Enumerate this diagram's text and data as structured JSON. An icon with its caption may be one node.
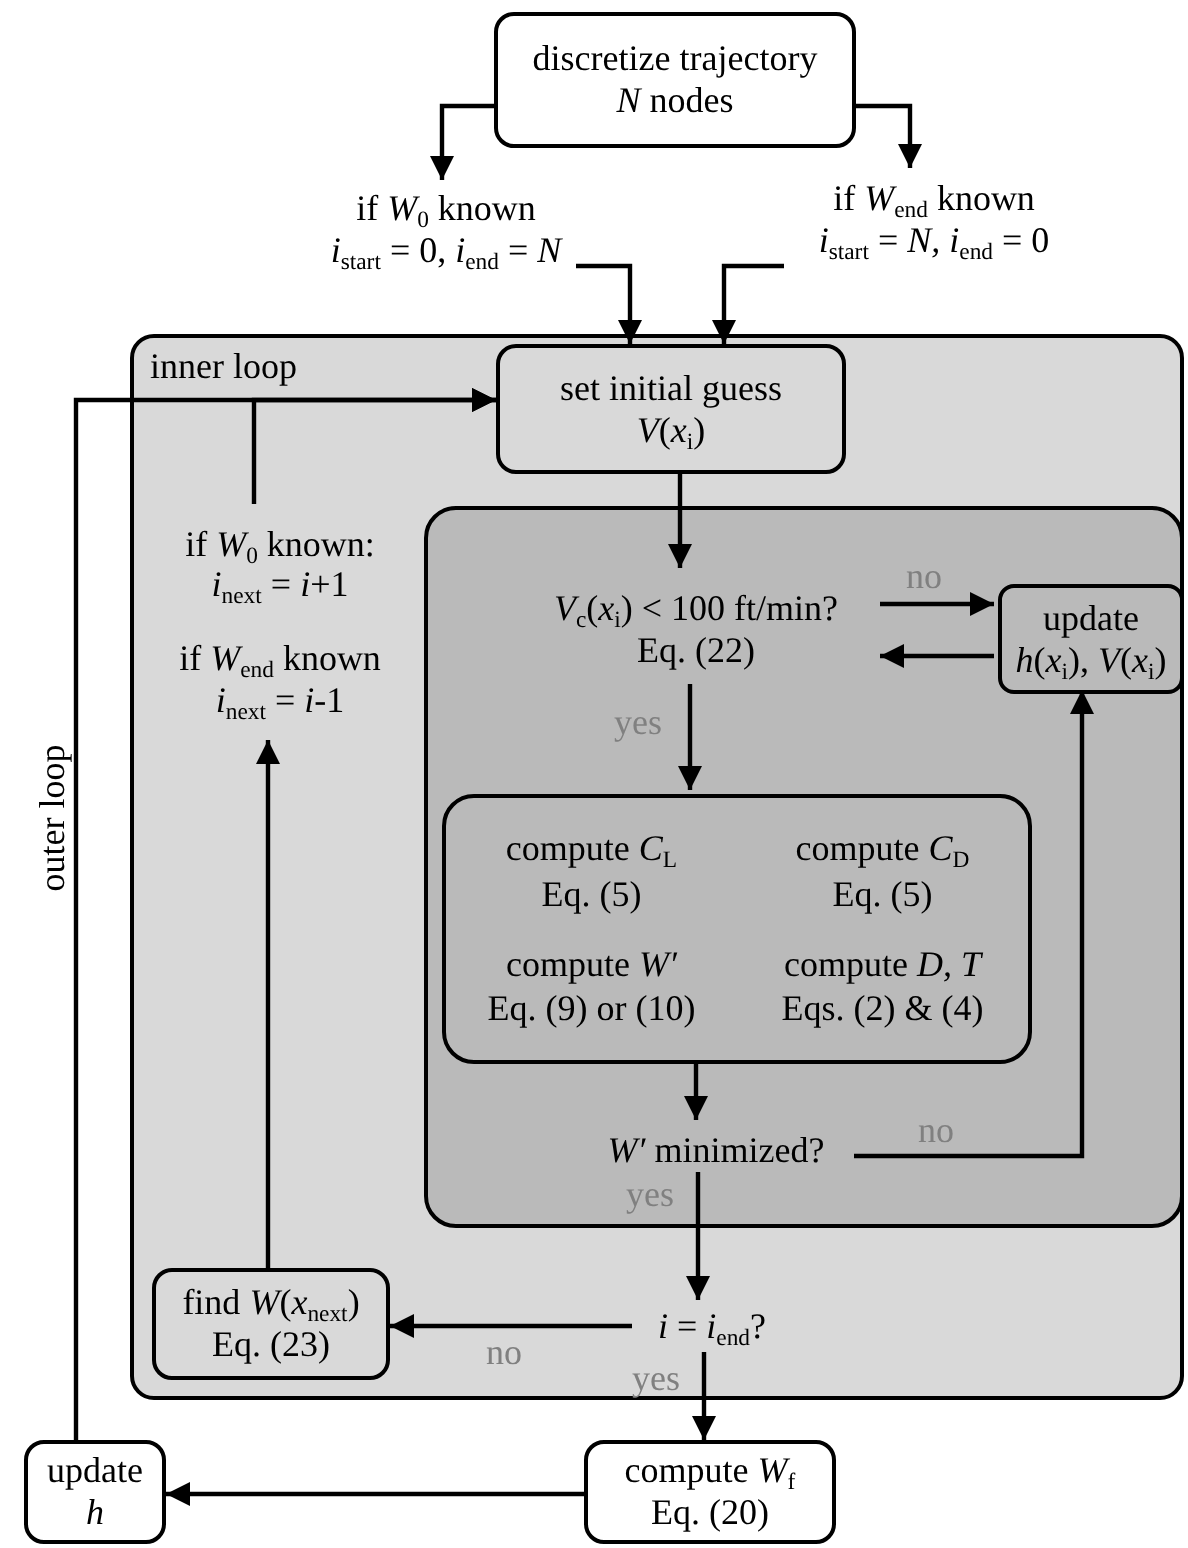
{
  "diagram": {
    "nodes": [
      {
        "text": [
          "discretize trajectory",
          "*N* nodes"
        ]
      },
      {
        "text": [
          "if *W*$_{0}$ known",
          "*i*$_{start}$ = 0, *i*$_{end}$ = *N*"
        ]
      },
      {
        "text": [
          "if *W*$_{end}$ known",
          "*i*$_{start}$ = *N,* *i*$_{end}$ = 0"
        ]
      },
      {
        "text": [
          "inner loop"
        ]
      },
      {
        "text": [
          "set initial guess",
          "*V*(*x*$_{i}$)"
        ],
        "in": 3
      },
      {
        "text": [
          "if *W*$_{0}$ known:",
          "*i*$_{next}$ = *i*+1",
          "if *W*$_{end}$ known",
          "*i*$_{next}$ = *i*-1"
        ],
        "in": 3
      },
      {
        "text": [],
        "shape": "box",
        "in": 3
      },
      {
        "text": [
          "*V*$_{c}$(*x*$_{i}$) < 100 ft/min?",
          "Eq. (22)"
        ],
        "in": 6
      },
      {
        "text": [
          "update",
          "*h*(*x*$_{i}$), *V*(*x*$_{i}$)"
        ],
        "in": 6
      },
      {
        "text": [
          "compute *C*$_{L}$",
          "compute *C*$_{D}$",
          "Eq. (5)",
          "Eq. (5)",
          "compute *W′*",
          "compute *D, T*",
          "Eq. (9) or (10)",
          "Eqs. (2) & (4)"
        ],
        "in": 6
      },
      {
        "text": [
          "*W′* minimized?"
        ],
        "in": 6
      },
      {
        "text": [
          "*i* = *i*$_{end}$?"
        ],
        "in": 3
      },
      {
        "text": [
          "find *W*(*x*$_{next}$)",
          "Eq. (23)"
        ],
        "in": 3
      },
      {
        "text": [
          "update",
          "*h*"
        ]
      },
      {
        "text": [
          "compute *W*$_{f}$",
          "Eq. (20)"
        ]
      }
    ],
    "edges": [
      {
        "from": 0,
        "to": 1,
        "arrow": "to"
      },
      {
        "from": 0,
        "to": 2,
        "arrow": "to"
      },
      {
        "from": 1,
        "to": 4,
        "arrow": "to"
      },
      {
        "from": 2,
        "to": 4,
        "arrow": "to"
      },
      {
        "from": 4,
        "to": 7,
        "arrow": "to"
      },
      {
        "from": 7,
        "to": 8,
        "arrow": "to",
        "label": "no"
      },
      {
        "from": 8,
        "to": 7,
        "arrow": "to"
      },
      {
        "from": 7,
        "to": 9,
        "arrow": "to",
        "label": "yes"
      },
      {
        "from": 9,
        "to": 10,
        "arrow": "to"
      },
      {
        "from": 10,
        "to": 8,
        "arrow": "to",
        "label": "no"
      },
      {
        "from": 10,
        "to": 11,
        "arrow": "to",
        "label": "yes"
      },
      {
        "from": 11,
        "to": 12,
        "arrow": "to",
        "label": "no"
      },
      {
        "from": 11,
        "to": 14,
        "arrow": "to",
        "label": "yes"
      },
      {
        "from": 12,
        "to": 5,
        "arrow": "to"
      },
      {
        "from": 5,
        "to": 4,
        "arrow": "to"
      },
      {
        "from": 14,
        "to": 13,
        "arrow": "to"
      },
      {
        "from": 13,
        "to": 4,
        "arrow": "to",
        "label": "outer loop"
      }
    ]
  }
}
